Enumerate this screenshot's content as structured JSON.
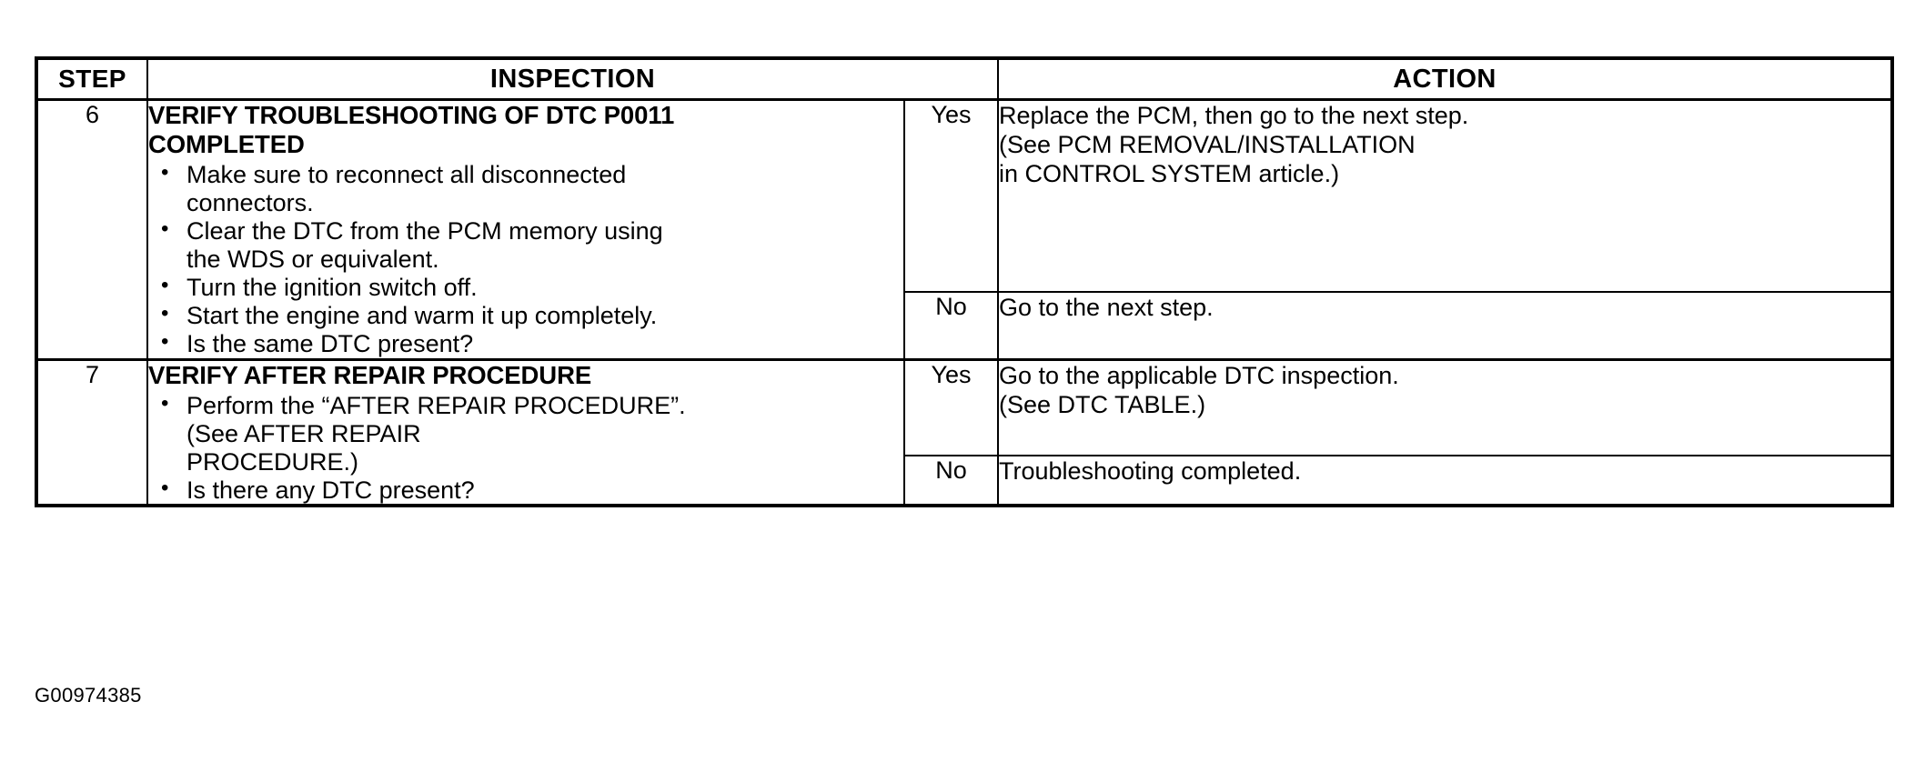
{
  "document": {
    "caption": "G00974385"
  },
  "table": {
    "headers": {
      "step": "STEP",
      "inspection": "INSPECTION",
      "action": "ACTION"
    },
    "rows": [
      {
        "step": "6",
        "inspection": {
          "title_lines": [
            "VERIFY TROUBLESHOOTING OF DTC P0011",
            "COMPLETED"
          ],
          "bullets": [
            {
              "lines": [
                "Make sure to reconnect all disconnected",
                "connectors."
              ]
            },
            {
              "lines": [
                "Clear the DTC from the PCM memory using",
                "the WDS or equivalent."
              ]
            },
            {
              "lines": [
                "Turn the ignition switch off."
              ]
            },
            {
              "lines": [
                "Start the engine and warm it up completely."
              ]
            },
            {
              "lines": [
                "Is the same DTC present?"
              ]
            }
          ]
        },
        "results": [
          {
            "answer": "Yes",
            "action_lines": [
              "Replace the PCM, then go to the next step.",
              "(See PCM REMOVAL/INSTALLATION",
              "in  CONTROL SYSTEM article.)"
            ]
          },
          {
            "answer": "No",
            "action_lines": [
              "Go to the next step."
            ]
          }
        ]
      },
      {
        "step": "7",
        "inspection": {
          "title_lines": [
            "VERIFY AFTER REPAIR PROCEDURE"
          ],
          "bullets": [
            {
              "lines": [
                "Perform the “AFTER REPAIR PROCEDURE”.",
                "(See  AFTER REPAIR",
                "PROCEDURE.)"
              ]
            },
            {
              "lines": [
                "Is there any DTC present?"
              ]
            }
          ]
        },
        "results": [
          {
            "answer": "Yes",
            "action_lines": [
              "Go to the applicable DTC inspection.",
              "(See DTC TABLE.)"
            ]
          },
          {
            "answer": "No",
            "action_lines": [
              "Troubleshooting completed."
            ]
          }
        ]
      }
    ]
  }
}
